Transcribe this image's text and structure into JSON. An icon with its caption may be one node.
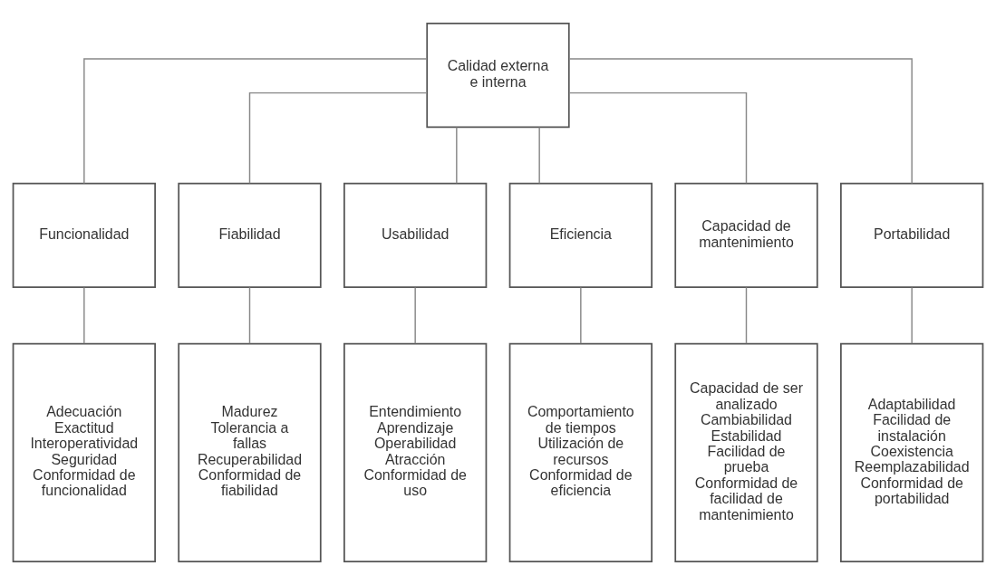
{
  "diagram": {
    "nodes": [
      {
        "text": [
          "Calidad externa e interna"
        ]
      },
      {
        "text": [
          "Funcionalidad"
        ]
      },
      {
        "text": [
          "Fiabilidad"
        ]
      },
      {
        "text": [
          "Usabilidad"
        ]
      },
      {
        "text": [
          "Eficiencia"
        ]
      },
      {
        "text": [
          "Capacidad de mantenimiento"
        ]
      },
      {
        "text": [
          "Portabilidad"
        ]
      },
      {
        "text": [
          "Adecuación",
          "Exactitud",
          "Interoperatividad",
          "Seguridad",
          "Conformidad de funcionalidad"
        ]
      },
      {
        "text": [
          "Madurez",
          "Tolerancia a fallas",
          "Recuperabilidad",
          "Conformidad de fiabilidad"
        ]
      },
      {
        "text": [
          "Entendimiento",
          "Aprendizaje",
          "Operabilidad",
          "Atracción",
          "Conformidad de uso"
        ]
      },
      {
        "text": [
          "Comportamiento de tiempos",
          "Utilización de recursos",
          "Conformidad de eficiencia"
        ]
      },
      {
        "text": [
          "Capacidad de ser analizado",
          "Cambiabilidad",
          "Estabilidad",
          "Facilidad de prueba",
          "Conformidad de facilidad de mantenimiento"
        ]
      },
      {
        "text": [
          "Adaptabilidad",
          "Facilidad de instalación",
          "Coexistencia",
          "Reemplazabilidad",
          "Conformidad de portabilidad"
        ]
      }
    ],
    "edges": [
      {
        "from": 0,
        "to": 1,
        "arrow": "none"
      },
      {
        "from": 0,
        "to": 2,
        "arrow": "none"
      },
      {
        "from": 0,
        "to": 3,
        "arrow": "none"
      },
      {
        "from": 0,
        "to": 4,
        "arrow": "none"
      },
      {
        "from": 0,
        "to": 5,
        "arrow": "none"
      },
      {
        "from": 0,
        "to": 6,
        "arrow": "none"
      },
      {
        "from": 1,
        "to": 7,
        "arrow": "none"
      },
      {
        "from": 2,
        "to": 8,
        "arrow": "none"
      },
      {
        "from": 3,
        "to": 9,
        "arrow": "none"
      },
      {
        "from": 4,
        "to": 10,
        "arrow": "none"
      },
      {
        "from": 5,
        "to": 11,
        "arrow": "none"
      },
      {
        "from": 6,
        "to": 12,
        "arrow": "none"
      }
    ]
  }
}
